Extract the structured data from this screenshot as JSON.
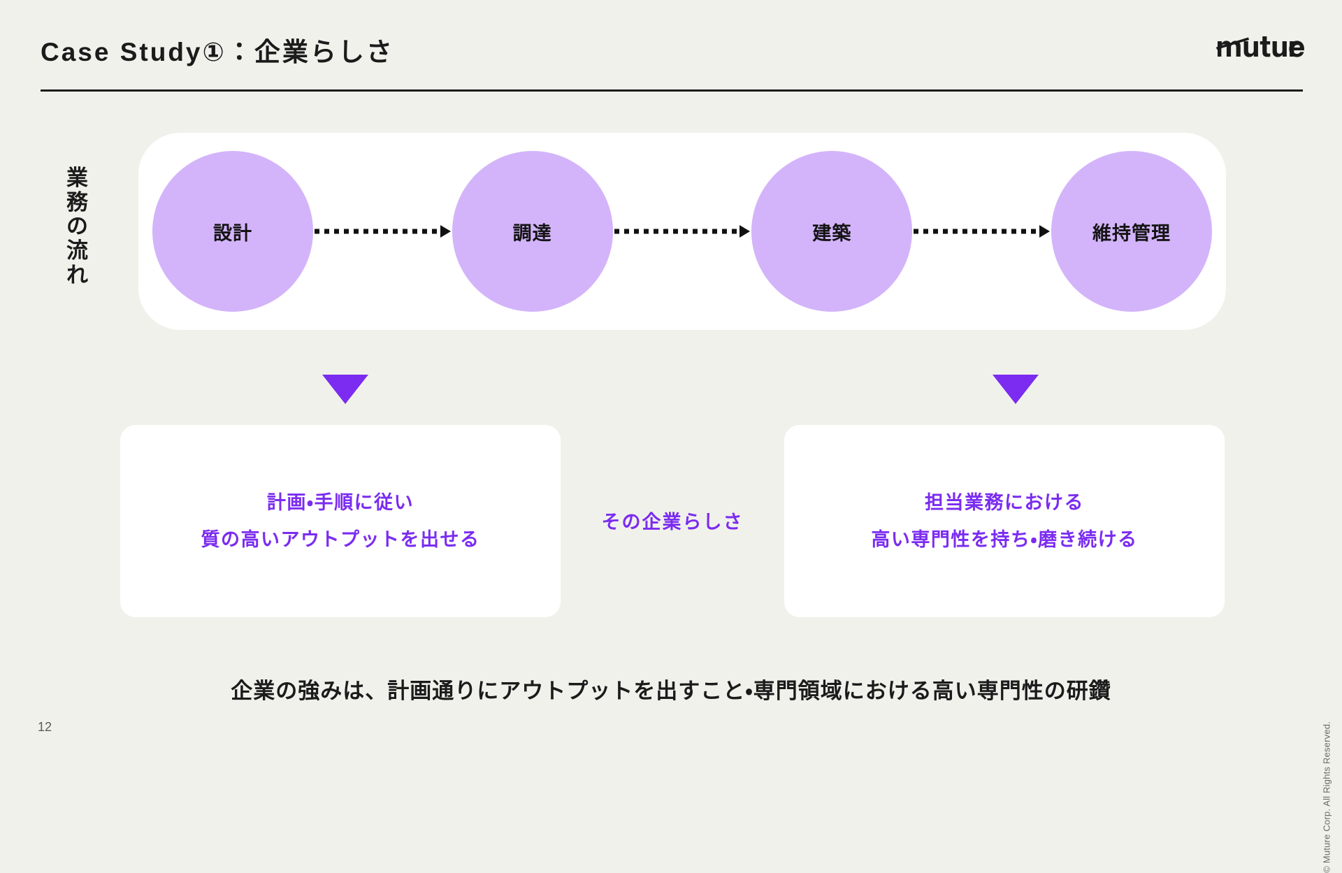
{
  "header": {
    "title": "Case Study①：企業らしさ",
    "logo_text": "muture",
    "logo_name": "muture-logo"
  },
  "flow": {
    "axis_label": "業務の流れ",
    "axis_label_chars": [
      "業",
      "務",
      "の",
      "流",
      "れ"
    ],
    "nodes": [
      {
        "label": "設計"
      },
      {
        "label": "調達"
      },
      {
        "label": "建築"
      },
      {
        "label": "維持管理"
      }
    ],
    "connector_icon": "dotted-arrow-right-icon",
    "node_color": "#D3B4FA",
    "panel_color": "#FFFFFF"
  },
  "arrows": {
    "down_icon": "triangle-down-icon",
    "color": "#7B2CF0"
  },
  "outcomes": {
    "left": {
      "line1": "計画・手順に従い",
      "line2": "質の高いアウトプットを出せる"
    },
    "right": {
      "line1": "担当業務における",
      "line2": "高い専門性を持ち・磨き続ける"
    },
    "center_caption": "その企業らしさ",
    "text_color": "#7B2CF0"
  },
  "summary": {
    "text": "企業の強みは、計画通りにアウトプットを出すこと・専門領域における高い専門性の研鑽"
  },
  "footer": {
    "page_number": "12",
    "copyright": "© Muture Corp. All Rights Reserved."
  },
  "theme": {
    "background": "#F1F1EC",
    "ink": "#1B1B1B",
    "accent": "#7B2CF0",
    "accent_soft": "#D3B4FA",
    "surface": "#FFFFFF"
  }
}
